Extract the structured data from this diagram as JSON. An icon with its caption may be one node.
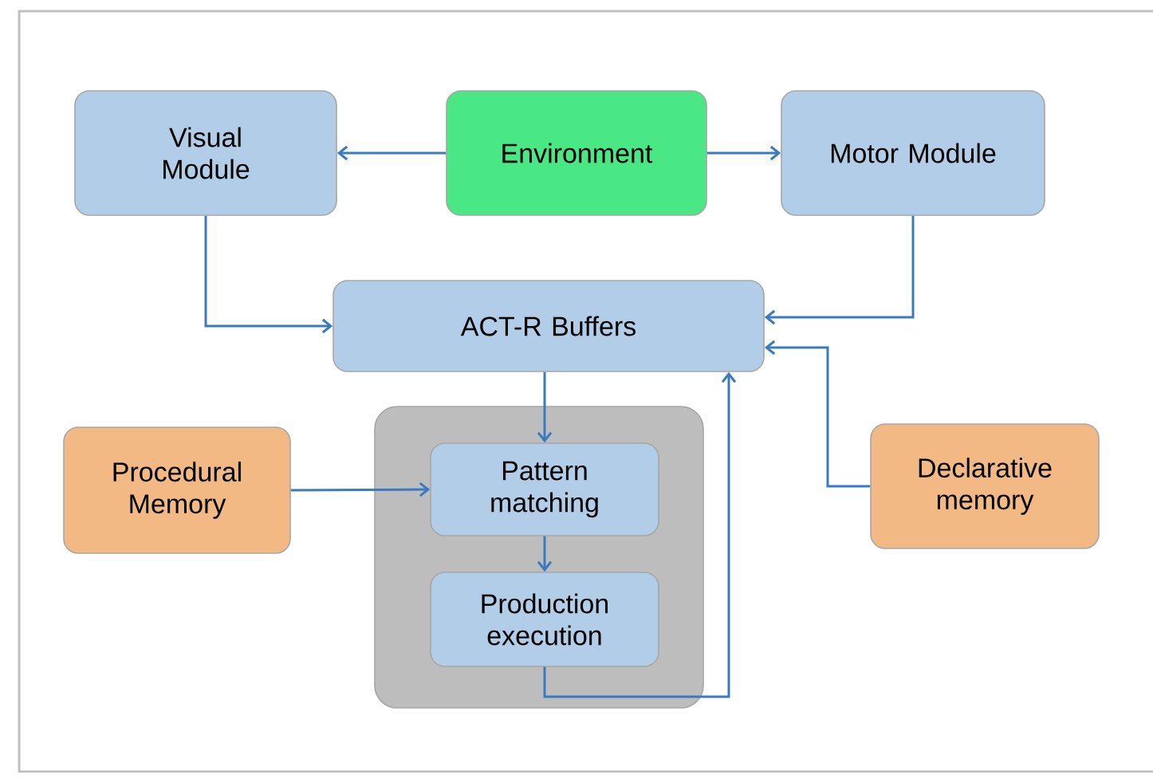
{
  "diagram": {
    "nodes": [
      {
        "text": [
          "Visual Module"
        ]
      },
      {
        "text": [
          "Environment"
        ]
      },
      {
        "text": [
          "Motor Module"
        ]
      },
      {
        "text": [
          "ACT-R Buffers"
        ]
      },
      {
        "text": [
          "Procedural Memory"
        ]
      },
      {
        "text": [],
        "shape": "box"
      },
      {
        "text": [
          "Pattern matching"
        ],
        "in": 5
      },
      {
        "text": [
          "Production execution"
        ],
        "in": 5
      },
      {
        "text": [
          "Declarative memory"
        ]
      }
    ],
    "edges": [
      {
        "from": 1,
        "to": 0,
        "arrow": "to"
      },
      {
        "from": 1,
        "to": 2,
        "arrow": "to"
      },
      {
        "from": 0,
        "to": 3,
        "arrow": "to"
      },
      {
        "from": 2,
        "to": 3,
        "arrow": "to"
      },
      {
        "from": 8,
        "to": 3,
        "arrow": "to"
      },
      {
        "from": 3,
        "to": 6,
        "arrow": "to"
      },
      {
        "from": 4,
        "to": 6,
        "arrow": "to"
      },
      {
        "from": 6,
        "to": 7,
        "arrow": "to"
      },
      {
        "from": 7,
        "to": 3,
        "arrow": "to"
      }
    ]
  }
}
